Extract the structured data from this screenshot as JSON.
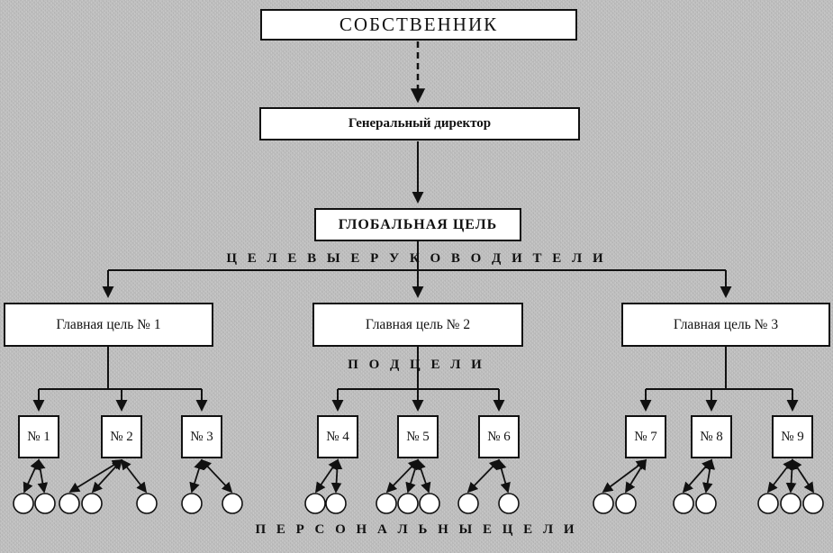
{
  "diagram": {
    "owner_label": "СОБСТВЕННИК",
    "director_label": "Генеральный директор",
    "global_goal_label": "ГЛОБАЛЬНАЯ ЦЕЛЬ",
    "section_labels": {
      "target_managers": "Ц Е Л Е В Ы Е   Р У К О В О Д И Т Е Л И",
      "subgoals": "П О Д Ц Е Л И",
      "personal_goals": "П Е Р С О Н А Л Ь Н Ы Е   Ц Е Л И"
    },
    "main_goals": [
      {
        "label": "Главная цель № 1"
      },
      {
        "label": "Главная цель № 2"
      },
      {
        "label": "Главная цель № 3"
      }
    ],
    "subgoal_boxes": [
      {
        "label": "№ 1"
      },
      {
        "label": "№ 2"
      },
      {
        "label": "№ 3"
      },
      {
        "label": "№ 4"
      },
      {
        "label": "№ 5"
      },
      {
        "label": "№ 6"
      },
      {
        "label": "№ 7"
      },
      {
        "label": "№ 8"
      },
      {
        "label": "№ 9"
      }
    ],
    "personal_goal_circles_count": 21
  },
  "colors": {
    "line": "#111111",
    "box_background": "#ffffff",
    "box_border": "#111111",
    "page_background": "#c3c3c3",
    "text": "#111111"
  }
}
